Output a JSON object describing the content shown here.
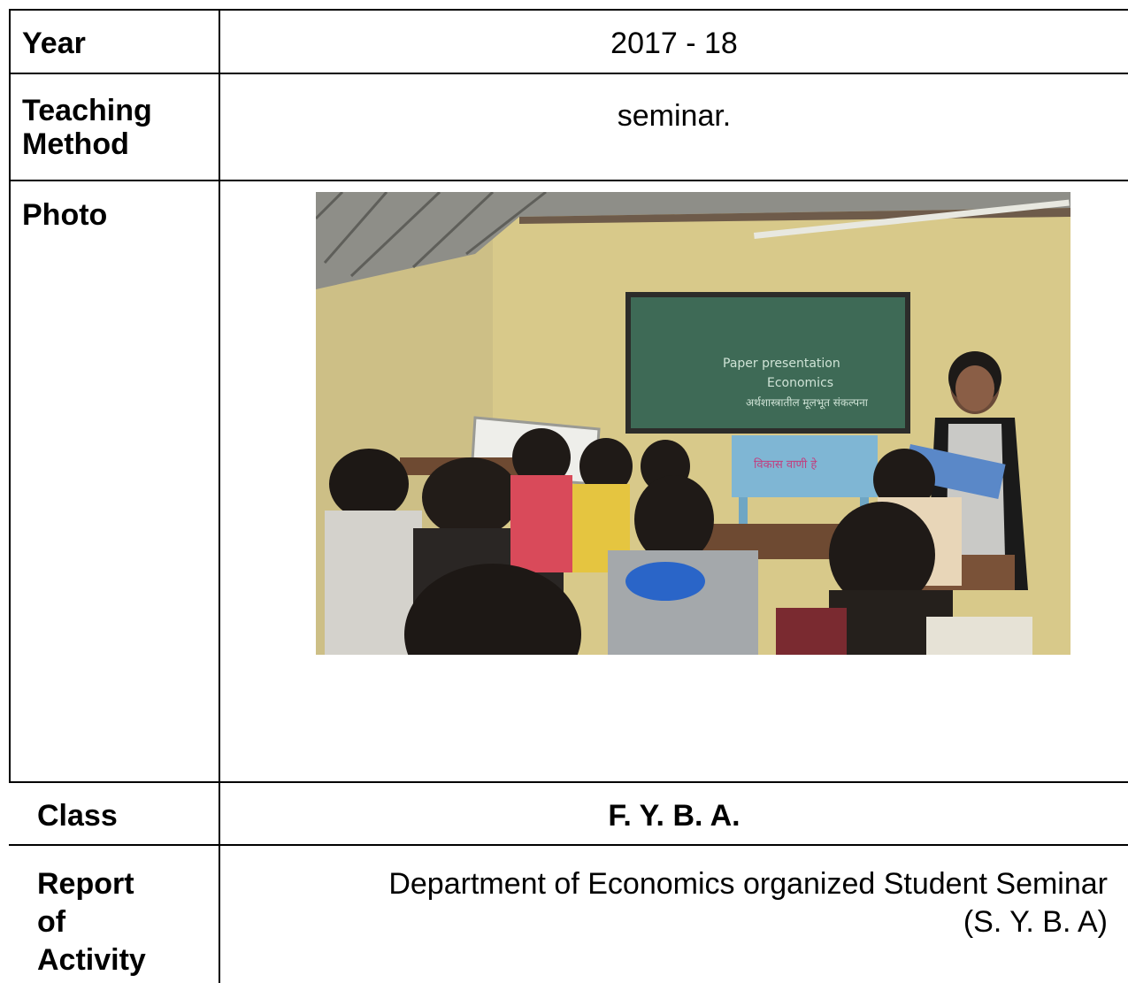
{
  "rows": {
    "year": {
      "label": "Year",
      "value": "2017 - 18"
    },
    "teaching_method": {
      "label": "Teaching Method",
      "value": "seminar."
    },
    "photo": {
      "label": "Photo",
      "board_line1": "Paper presentation",
      "board_line2": "Economics",
      "board_line3": "अर्थशास्त्रातील मूलभूत संकल्पना",
      "desk_text": "विकास वाणी हे"
    },
    "class": {
      "label": "Class",
      "value": "F. Y. B. A."
    },
    "report": {
      "label_line1": "Report",
      "label_line2": "of",
      "label_line3": "Activity",
      "value_line1": "Department of Economics organized Student Seminar",
      "value_line2": "(S. Y. B. A)"
    }
  }
}
